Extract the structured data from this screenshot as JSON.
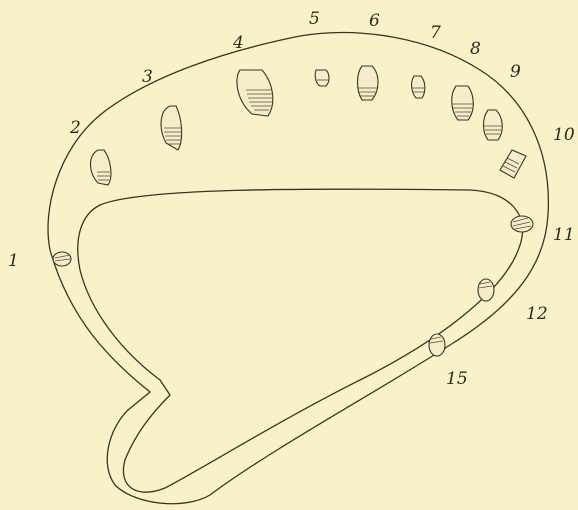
{
  "figure": {
    "background": "#fbf1c9",
    "ink": "#3a3326",
    "labels": [
      "1",
      "2",
      "3",
      "4",
      "5",
      "6",
      "7",
      "8",
      "9",
      "10",
      "11",
      "12",
      "15"
    ]
  }
}
